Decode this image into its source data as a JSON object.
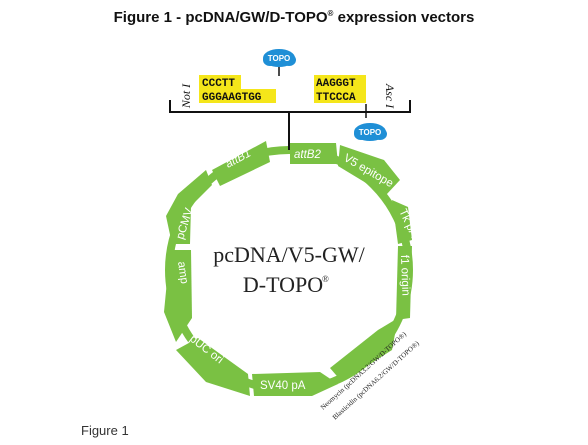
{
  "figure": {
    "title": "Figure 1 - pcDNA/GW/D-TOPO",
    "title_reg": "®",
    "title_rest": " expression vectors",
    "caption": "Figure 1"
  },
  "insert": {
    "left_site": "Not I",
    "right_site": "Asc I",
    "left_top_seq": "CCCTT",
    "left_bottom_seq": "GGGAAGTGG",
    "right_top_seq": "AAGGGT",
    "right_bottom_seq": "TTCCCA",
    "topo_label": "TOPO"
  },
  "plasmid": {
    "name_line1": "pcDNA/V5-GW/",
    "name_line2": "D-TOPO",
    "name_reg": "®",
    "features": {
      "attB1": "attB1",
      "attB2": "attB2",
      "v5": "V5 epitope",
      "tkpa": "Tk pA",
      "f1": "f1 origin",
      "sv40": "SV40 pA",
      "puc": "pUC ori",
      "amp": "amp",
      "pcmv": "pCMV"
    },
    "resistance_note_1": "Neomycin (pcDNA3.2/GW/D-TOPO®)",
    "resistance_note_2": "Blasticidin (pcDNA6.2/GW/D-TOPO®)"
  },
  "colors": {
    "feature_green": "#7ac143",
    "sequence_yellow": "#f5e61a",
    "topo_blue": "#1f8fd6"
  }
}
